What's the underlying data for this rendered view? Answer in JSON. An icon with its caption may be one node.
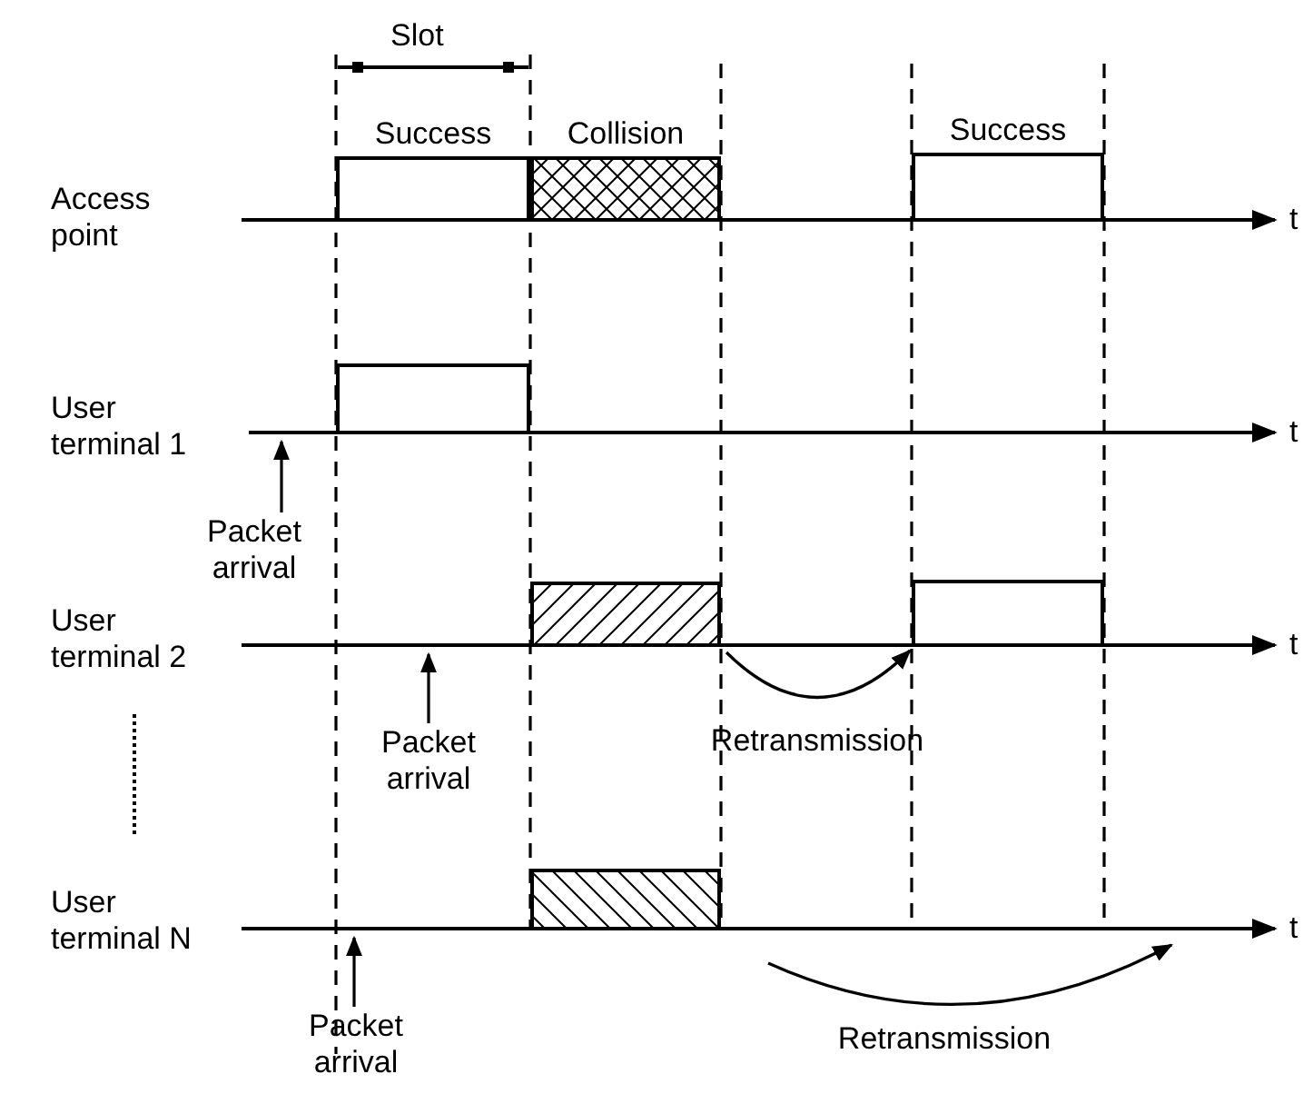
{
  "diagram": {
    "nodes": [
      {
        "text": [
          "Success"
        ]
      },
      {
        "text": [
          "Collision"
        ]
      },
      {
        "text": [
          "Success"
        ]
      },
      {
        "text": [],
        "shape": "box"
      },
      {
        "text": [],
        "shape": "box"
      },
      {
        "text": [],
        "shape": "box"
      },
      {
        "text": [],
        "shape": "box"
      },
      {
        "text": [
          "Packet arrival"
        ]
      },
      {
        "text": [
          "Packet arrival"
        ]
      },
      {
        "text": [
          "Packet arrival"
        ]
      }
    ],
    "edges": [
      {
        "from": 7,
        "to": null,
        "arrow": "to"
      },
      {
        "from": 8,
        "to": null,
        "arrow": "to"
      },
      {
        "from": 9,
        "to": null,
        "arrow": "to"
      },
      {
        "from": 4,
        "to": 5,
        "arrow": "to",
        "label": "Retransmission"
      },
      {
        "from": 6,
        "to": null,
        "arrow": "to",
        "label": "Retransmission"
      }
    ],
    "labels": [
      "Slot",
      "Access point",
      "t",
      "User terminal 1",
      "t",
      "User terminal 2",
      "t",
      "User terminal N",
      "t"
    ]
  }
}
